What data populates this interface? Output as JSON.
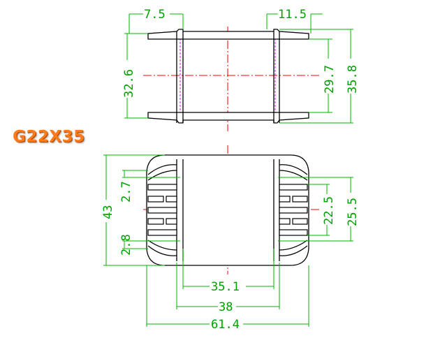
{
  "title": "G22X35",
  "colors": {
    "outline": "#000000",
    "dimension": "#00b400",
    "centerline": "#ff0000",
    "hidden": "#ff00ff",
    "title": "#ff7a1a"
  },
  "top_view": {
    "dim_left_flange": "7.5",
    "dim_right_flange": "11.5",
    "dim_inner_height": "32.6",
    "dim_window_height": "29.7",
    "dim_total_height": "35.8"
  },
  "front_view": {
    "dim_total_height": "43",
    "dim_top_gap": "2.7",
    "dim_bottom_gap": "2.8",
    "dim_pin_span": "22.5",
    "dim_pin_outer": "25.5",
    "dim_inner_width": "35.1",
    "dim_post_width": "38",
    "dim_total_width": "61.4"
  }
}
